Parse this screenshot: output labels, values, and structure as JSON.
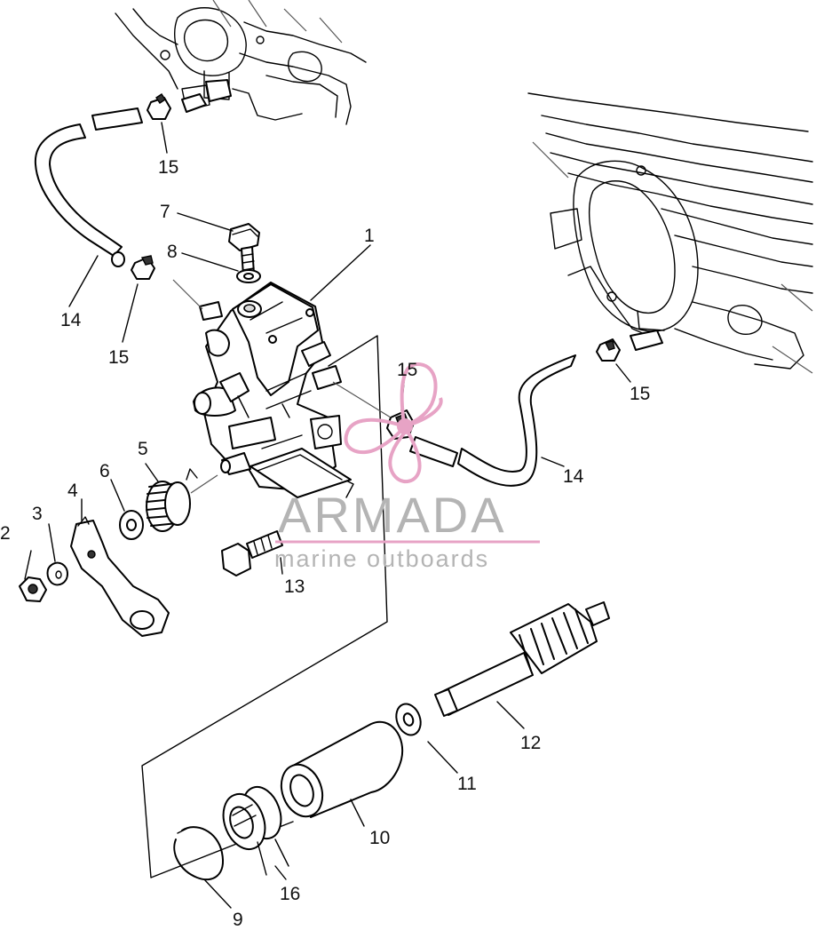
{
  "part_labels": [
    "1",
    "2",
    "3",
    "4",
    "5",
    "6",
    "7",
    "8",
    "9",
    "10",
    "11",
    "12",
    "13",
    "14",
    "14",
    "15",
    "15",
    "15",
    "15",
    "16"
  ],
  "watermark": {
    "title": "ARMADA",
    "subtitle": "marine outboards",
    "logo_icon": "propeller-logo-icon",
    "accent_color": "#e7a3c5",
    "text_color": "#b4b4b4"
  }
}
